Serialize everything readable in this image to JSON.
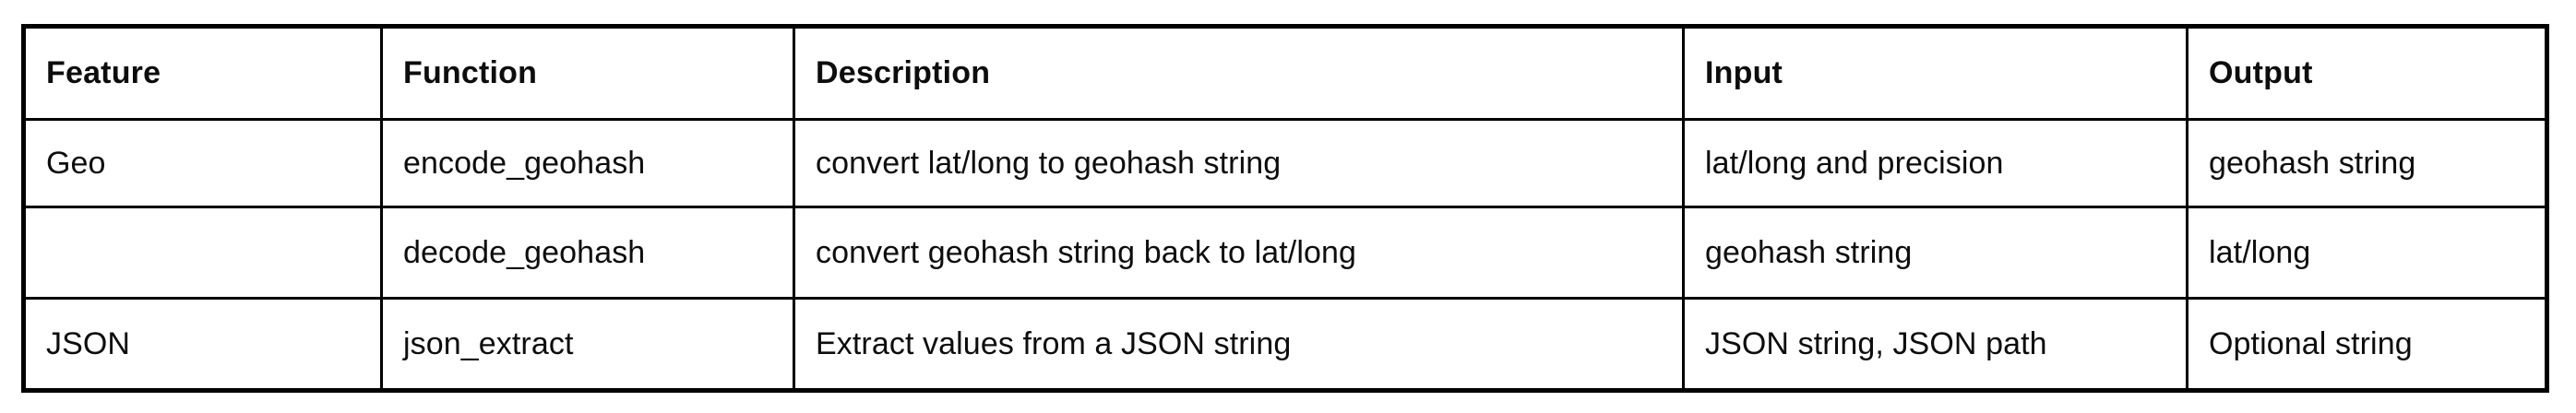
{
  "table": {
    "columns": [
      {
        "key": "feature",
        "label": "Feature"
      },
      {
        "key": "function",
        "label": "Function"
      },
      {
        "key": "description",
        "label": "Description"
      },
      {
        "key": "input",
        "label": "Input"
      },
      {
        "key": "output",
        "label": "Output"
      }
    ],
    "rows": [
      {
        "feature": "Geo",
        "function": "encode_geohash",
        "description": "convert lat/long to geohash string",
        "input": "lat/long and precision",
        "output": "geohash string"
      },
      {
        "feature": "",
        "function": "decode_geohash",
        "description": "convert geohash string back to lat/long",
        "input": "geohash string",
        "output": "lat/long"
      },
      {
        "feature": "JSON",
        "function": "json_extract",
        "description": "Extract values from a JSON string",
        "input": "JSON string, JSON path",
        "output": "Optional string"
      }
    ]
  },
  "style": {
    "border_color": "#000000",
    "text_color": "#0d0d0d",
    "background": "#ffffff"
  }
}
